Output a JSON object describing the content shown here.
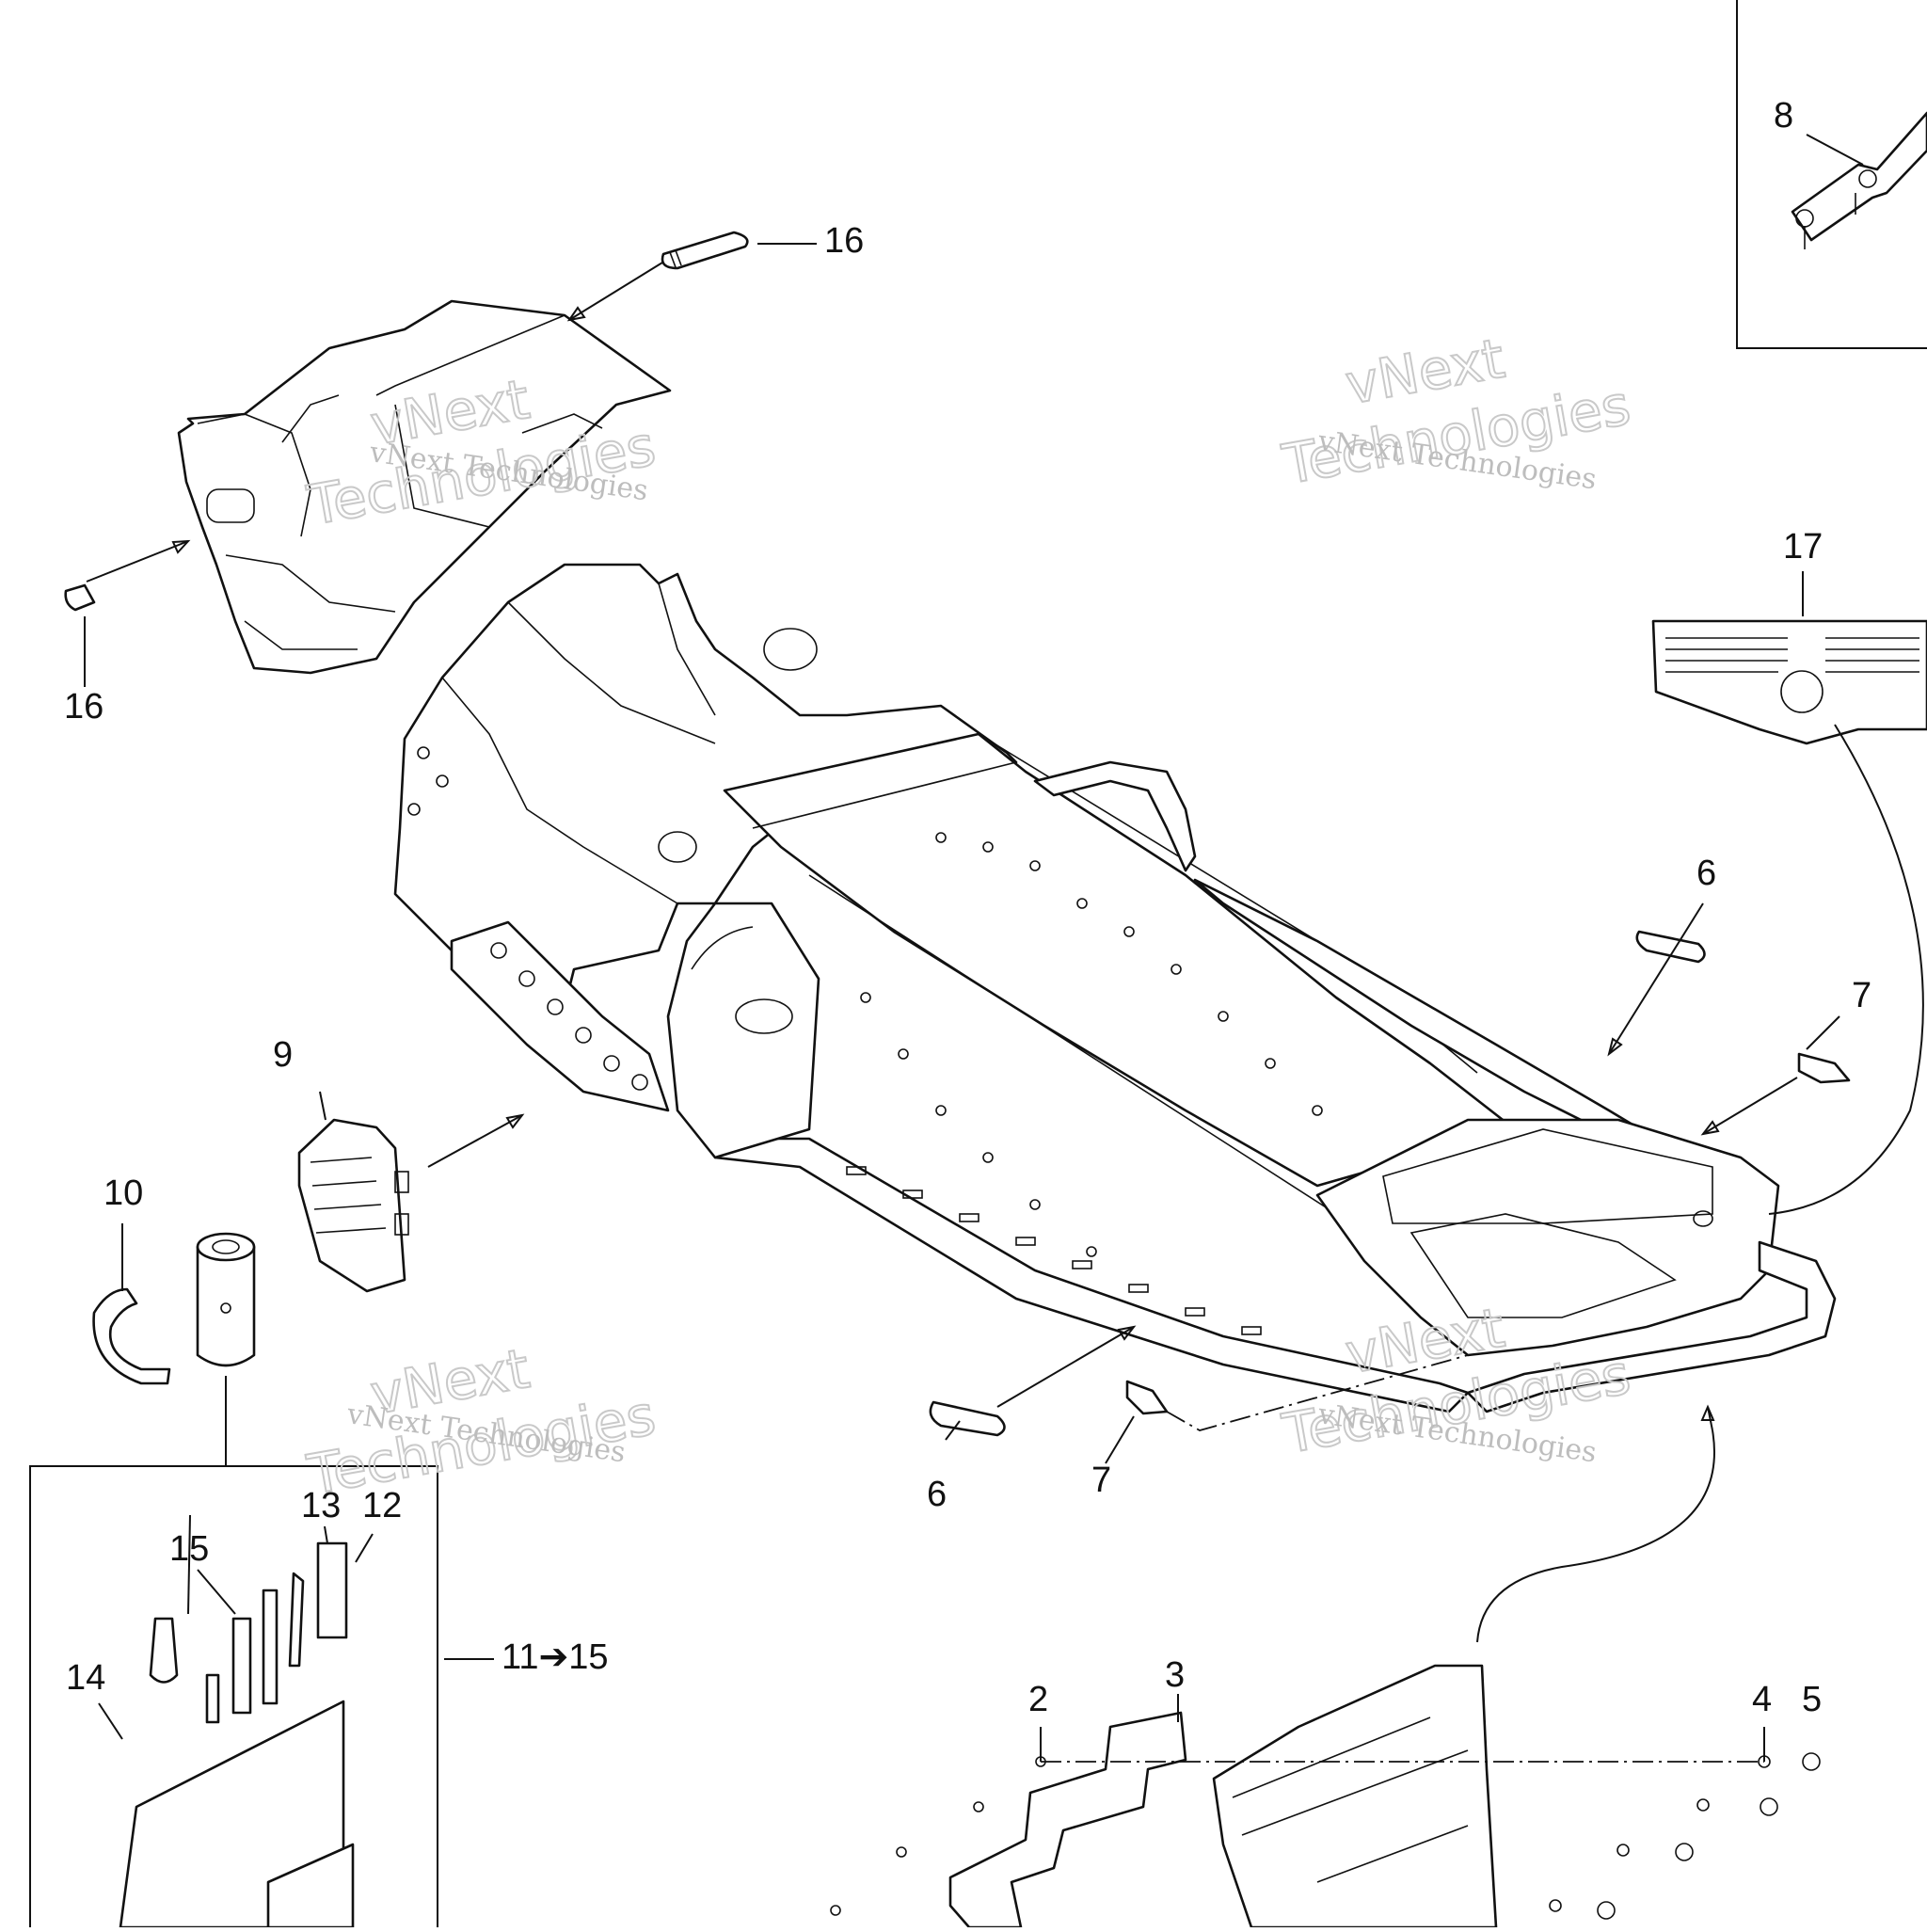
{
  "callouts": {
    "c16a": "16",
    "c16b": "16",
    "c8": "8",
    "c17": "17",
    "c6a": "6",
    "c7a": "7",
    "c9": "9",
    "c10": "10",
    "c6b": "6",
    "c7b": "7",
    "c13": "13",
    "c12": "12",
    "c15": "15",
    "c14": "14",
    "c11_15": "11➔15",
    "c2": "2",
    "c3": "3",
    "c4": "4",
    "c5": "5"
  },
  "watermark": {
    "line1": "vNext Technologies",
    "line2a": "vNext",
    "line2b": "Technologies"
  }
}
